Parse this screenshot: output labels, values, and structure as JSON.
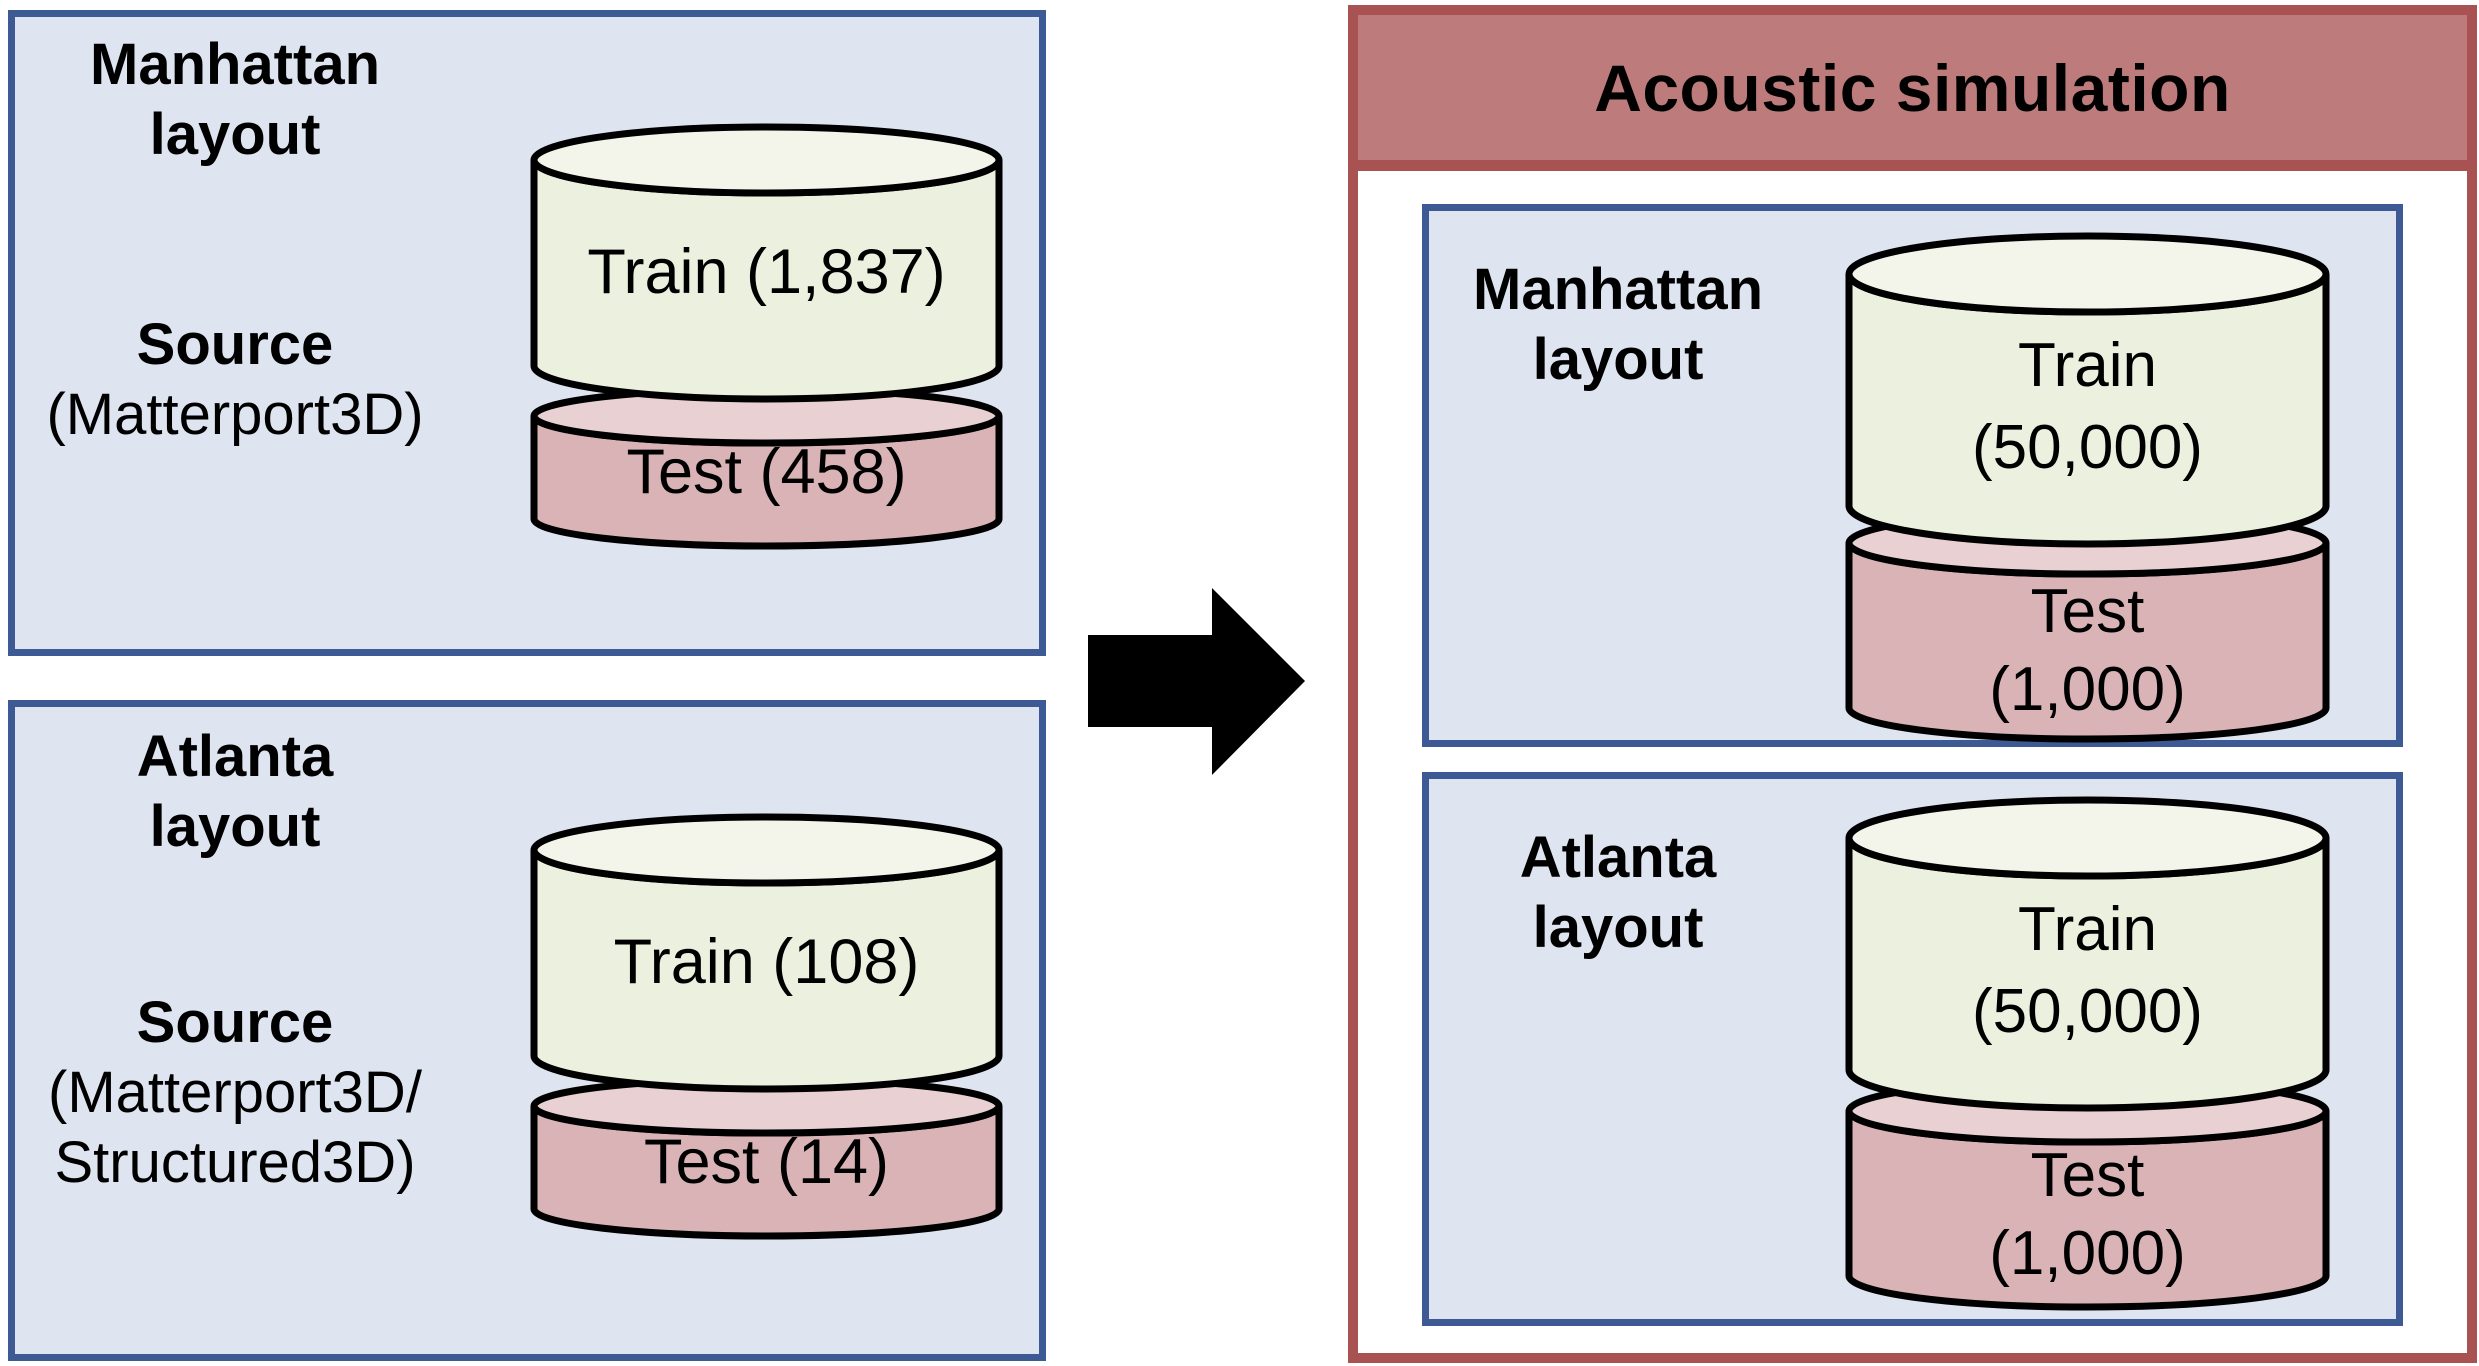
{
  "palette": {
    "box_fill": "#dee4f0",
    "box_border": "#3e5a95",
    "header_fill": "#bd7b7b",
    "header_border": "#a85252",
    "train_cylinder_fill": "#ecf0df",
    "train_cylinder_top_fill": "#f3f5ea",
    "test_cylinder_fill": "#d9b3b5",
    "test_cylinder_top_fill": "#e9d0d2",
    "arrow_color": "#000000"
  },
  "source_section": {
    "manhattan": {
      "layout_lines": [
        "Manhattan",
        "layout"
      ],
      "source_label": "Source",
      "source_detail_lines": [
        "(Matterport3D)"
      ],
      "train_label": "Train (1,837)",
      "test_label": "Test (458)"
    },
    "atlanta": {
      "layout_lines": [
        "Atlanta",
        "layout"
      ],
      "source_label": "Source",
      "source_detail_lines": [
        "(Matterport3D/",
        "Structured3D)"
      ],
      "train_label": "Train (108)",
      "test_label": "Test (14)"
    }
  },
  "simulation_section": {
    "title": "Acoustic simulation",
    "manhattan": {
      "layout_lines": [
        "Manhattan",
        "layout"
      ],
      "train_lines": [
        "Train",
        "(50,000)"
      ],
      "test_lines": [
        "Test",
        "(1,000)"
      ]
    },
    "atlanta": {
      "layout_lines": [
        "Atlanta",
        "layout"
      ],
      "train_lines": [
        "Train",
        "(50,000)"
      ],
      "test_lines": [
        "Test",
        "(1,000)"
      ]
    }
  },
  "arrow": {
    "direction": "right"
  }
}
